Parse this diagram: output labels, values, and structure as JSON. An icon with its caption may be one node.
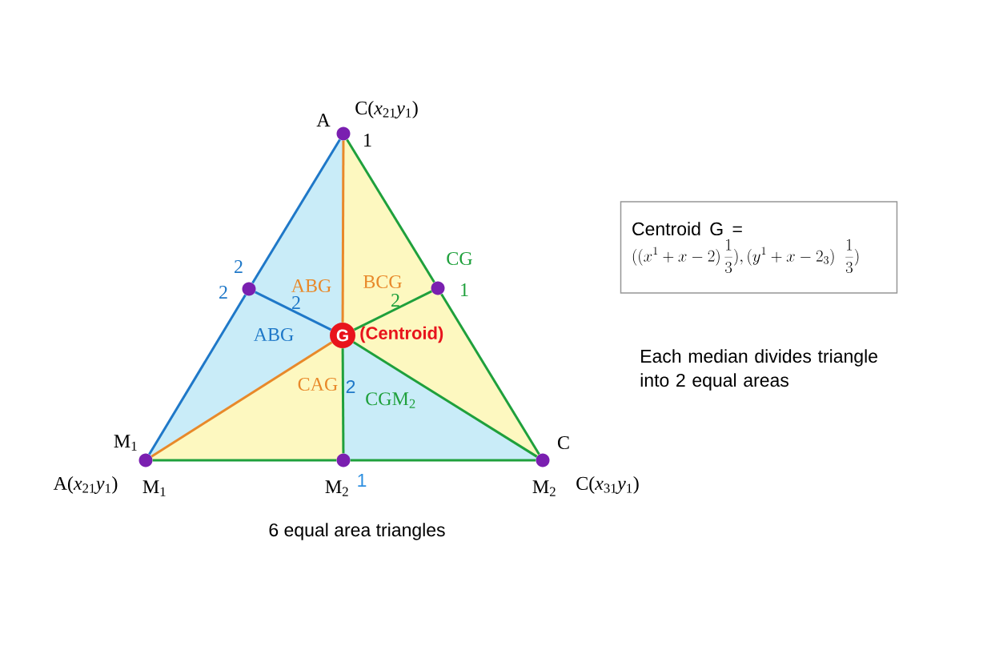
{
  "diagram": {
    "nodes": [
      {
        "text": [],
        "shape": "circle"
      },
      {
        "text": [
          "Centroid G =",
          "((x^{1}+x-2)\\,\\frac{1}{3}), (y^{1}+x-2_{3})\\;\\;\\frac{1}{3})"
        ]
      },
      {
        "text": [],
        "shape": "circle"
      },
      {
        "text": [],
        "shape": "circle"
      },
      {
        "text": [
          "G"
        ],
        "beside": [
          "(Centroid)"
        ]
      },
      {
        "text": [],
        "shape": "circle"
      },
      {
        "text": [],
        "shape": "circle"
      },
      {
        "text": [],
        "shape": "circle"
      }
    ],
    "edges": [
      {
        "from": 0,
        "to": 2,
        "arrow": "none",
        "color": "#1f78c8"
      },
      {
        "from": 2,
        "to": 5,
        "arrow": "none",
        "color": "#1f78c8"
      },
      {
        "from": 0,
        "to": 4,
        "arrow": "none",
        "color": "#e8892a"
      },
      {
        "from": 0,
        "to": 3,
        "arrow": "none"
      },
      {
        "from": 3,
        "to": 7,
        "arrow": "none"
      },
      {
        "from": 2,
        "to": 4,
        "arrow": "none",
        "color": "#1f78c8"
      },
      {
        "from": 3,
        "to": 4,
        "arrow": "none"
      },
      {
        "from": 5,
        "to": 4,
        "arrow": "none",
        "color": "#e8892a"
      },
      {
        "from": 4,
        "to": 6,
        "arrow": "none"
      },
      {
        "from": 4,
        "to": 7,
        "arrow": "none"
      },
      {
        "from": 5,
        "to": 6,
        "arrow": "none"
      },
      {
        "from": 6,
        "to": 7,
        "arrow": "none"
      }
    ],
    "labels": [
      "C(*x*$_{21}$*y*$_{1}$)",
      "A",
      "1",
      "2",
      "2",
      "ABG",
      "BCG",
      "CG",
      "1",
      "2",
      "2",
      "ABG",
      "CAG",
      "2",
      "CGM$_{2}$",
      "M$_{1}$",
      "C",
      "A(*x*$_{21}$*y*$_{1}$)",
      "M$_{1}$",
      "M$_{2}$",
      "1",
      "M$_{2}$",
      "C(*x*$_{31}$*y*$_{1}$)",
      "6 equal area triangles",
      "Each median divides triangle into 2 equal areas"
    ]
  }
}
